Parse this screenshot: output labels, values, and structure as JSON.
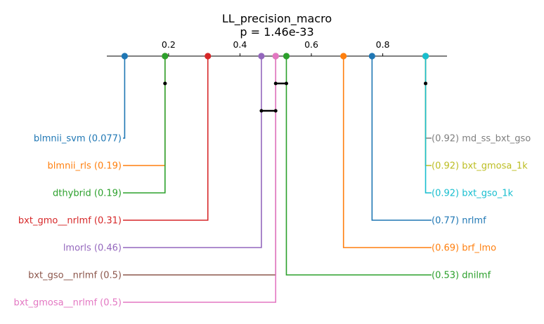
{
  "chart_data": {
    "type": "critical-difference",
    "title": "LL_precision_macro",
    "subtitle": "p = 1.46e-33",
    "axis": {
      "range": [
        0.027,
        0.98
      ],
      "ticks": [
        0.2,
        0.4,
        0.6,
        0.8
      ],
      "tick_labels": [
        "0.2",
        "0.4",
        "0.6",
        "0.8"
      ]
    },
    "left_entries": [
      {
        "name": "blmnii_svm",
        "value": 0.077,
        "label": "blmnii_svm (0.077)",
        "color": "#1f77b4"
      },
      {
        "name": "blmnii_rls",
        "value": 0.19,
        "label": "blmnii_rls (0.19)",
        "color": "#ff7f0e"
      },
      {
        "name": "dthybrid",
        "value": 0.19,
        "label": "dthybrid (0.19)",
        "color": "#2ca02c"
      },
      {
        "name": "bxt_gmo__nrlmf",
        "value": 0.31,
        "label": "bxt_gmo__nrlmf (0.31)",
        "color": "#d62728"
      },
      {
        "name": "lmorls",
        "value": 0.46,
        "label": "lmorls (0.46)",
        "color": "#9467bd"
      },
      {
        "name": "bxt_gso__nrlmf",
        "value": 0.5,
        "label": "bxt_gso__nrlmf (0.5)",
        "color": "#8c564b"
      },
      {
        "name": "bxt_gmosa__nrlmf",
        "value": 0.5,
        "label": "bxt_gmosa__nrlmf (0.5)",
        "color": "#e377c2"
      }
    ],
    "right_entries": [
      {
        "name": "md_ss_bxt_gso",
        "value": 0.92,
        "label": "(0.92) md_ss_bxt_gso",
        "color": "#7f7f7f"
      },
      {
        "name": "bxt_gmosa_1k",
        "value": 0.92,
        "label": "(0.92) bxt_gmosa_1k",
        "color": "#bcbd22"
      },
      {
        "name": "bxt_gso_1k",
        "value": 0.92,
        "label": "(0.92) bxt_gso_1k",
        "color": "#17becf"
      },
      {
        "name": "nrlmf",
        "value": 0.77,
        "label": "(0.77) nrlmf",
        "color": "#1f77b4"
      },
      {
        "name": "brf_lmo",
        "value": 0.69,
        "label": "(0.69) brf_lmo",
        "color": "#ff7f0e"
      },
      {
        "name": "dnilmf",
        "value": 0.53,
        "label": "(0.53) dnilmf",
        "color": "#2ca02c"
      }
    ],
    "groups": [
      {
        "members": [
          "blmnii_rls",
          "dthybrid"
        ],
        "from": 0.19,
        "to": 0.19
      },
      {
        "members": [
          "md_ss_bxt_gso",
          "bxt_gmosa_1k",
          "bxt_gso_1k"
        ],
        "from": 0.92,
        "to": 0.92
      },
      {
        "members": [
          "bxt_gso__nrlmf",
          "bxt_gmosa__nrlmf",
          "dnilmf"
        ],
        "from": 0.5,
        "to": 0.53
      },
      {
        "members": [
          "lmorls",
          "bxt_gso__nrlmf",
          "bxt_gmosa__nrlmf"
        ],
        "from": 0.46,
        "to": 0.5
      }
    ]
  }
}
